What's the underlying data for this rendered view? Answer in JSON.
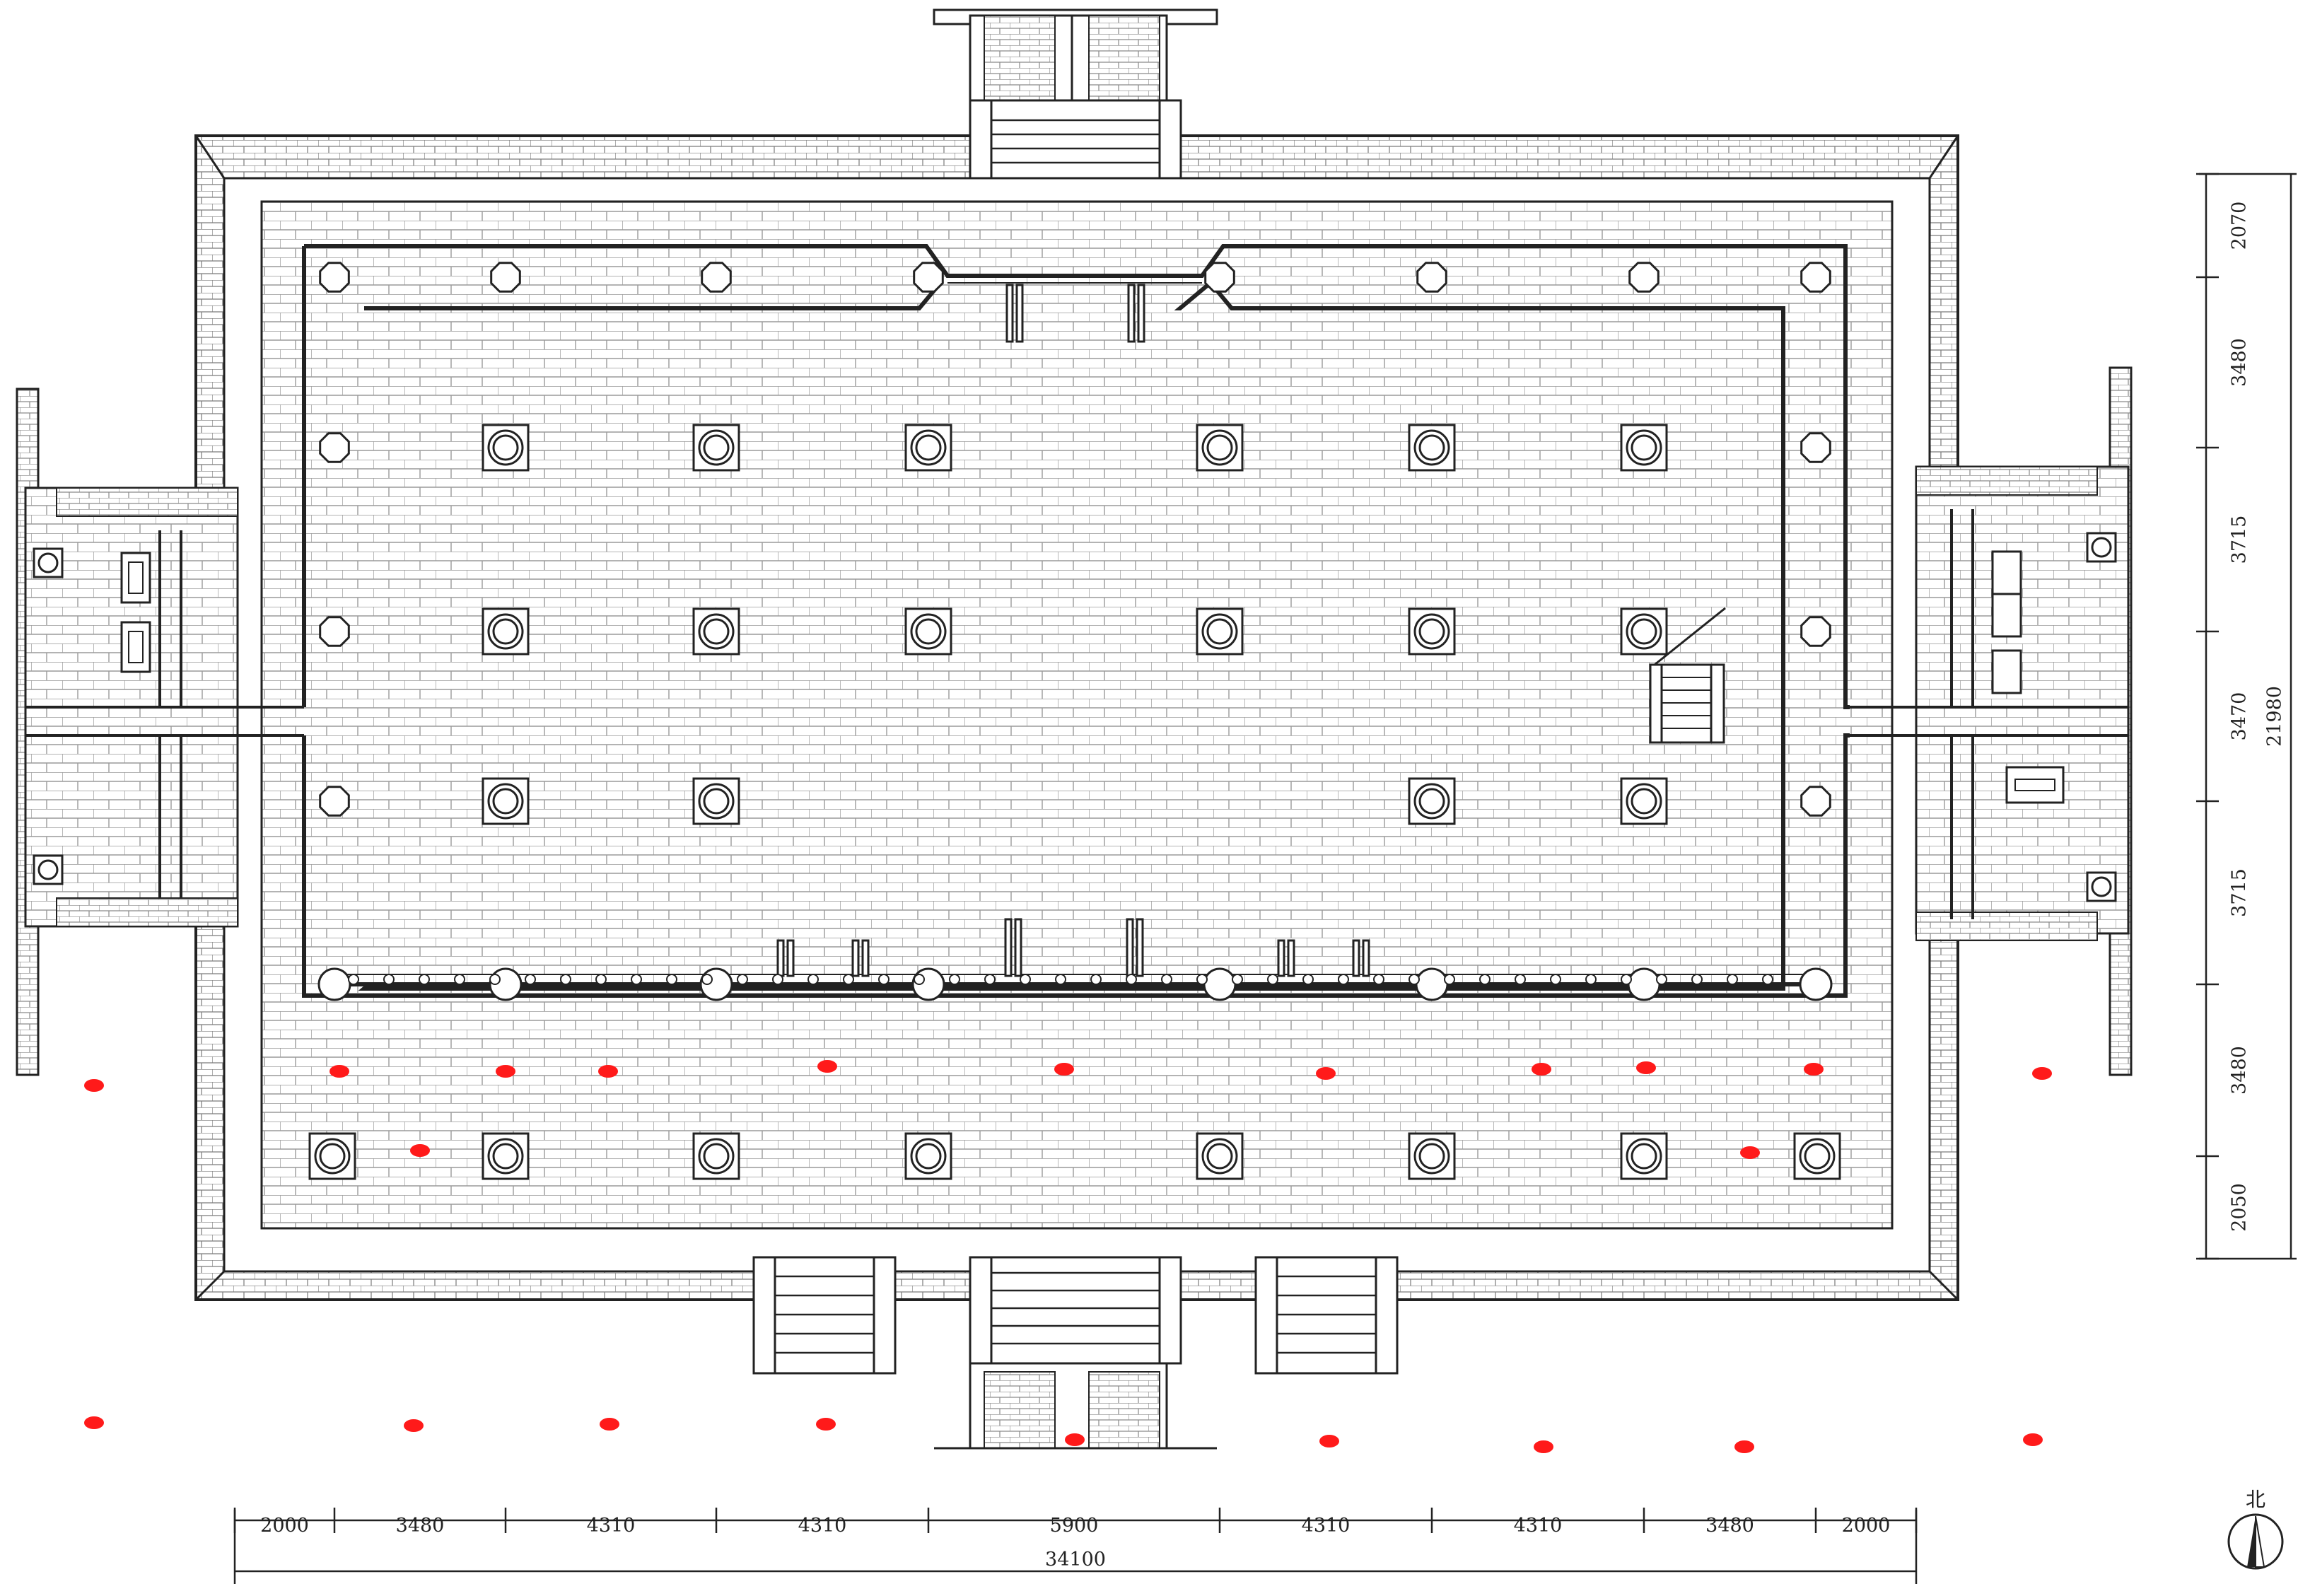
{
  "dimensions": {
    "bottom_segments": [
      "2000",
      "3480",
      "4310",
      "4310",
      "5900",
      "4310",
      "4310",
      "3480",
      "2000"
    ],
    "bottom_total": "34100",
    "right_segments": [
      "2070",
      "3480",
      "3715",
      "3470",
      "3715",
      "3480",
      "2050"
    ],
    "right_total": "21980"
  },
  "north_arrow": {
    "label": "北"
  },
  "colors": {
    "line": "#222222",
    "tile": "#9a9a9a",
    "marker": "#ff1a1a",
    "background": "#ffffff"
  }
}
